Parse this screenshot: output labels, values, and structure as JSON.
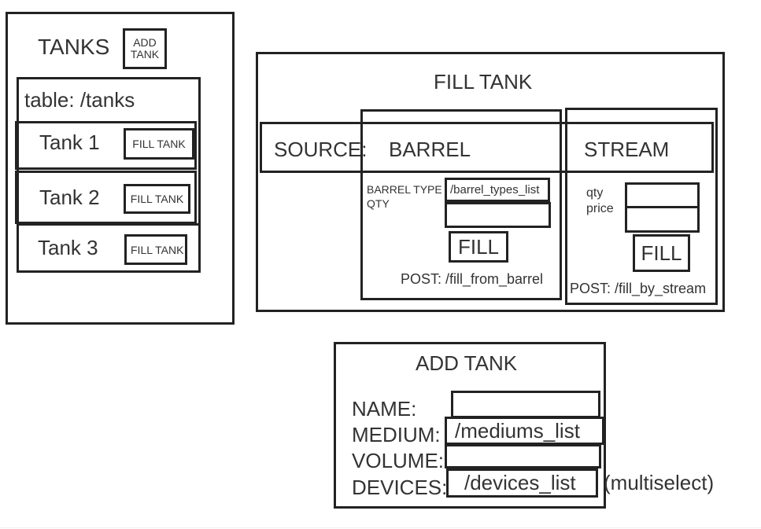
{
  "tanks_panel": {
    "title": "TANKS",
    "add_tank_button": "ADD\nTANK",
    "table_label": "table: /tanks",
    "rows": [
      {
        "name": "Tank 1",
        "action": "FILL TANK"
      },
      {
        "name": "Tank 2",
        "action": "FILL TANK"
      },
      {
        "name": "Tank 3",
        "action": "FILL TANK"
      }
    ]
  },
  "fill_tank_panel": {
    "title": "FILL TANK",
    "source_label": "SOURCE:",
    "barrel": {
      "tab_label": "BARREL",
      "barrel_type_label": "BARREL TYPE",
      "qty_label": "QTY",
      "barrel_type_value": "/barrel_types_list",
      "qty_value": "",
      "fill_button": "FILL",
      "endpoint": "POST: /fill_from_barrel"
    },
    "stream": {
      "tab_label": "STREAM",
      "qty_label": "qty",
      "price_label": "price",
      "qty_value": "",
      "price_value": "",
      "fill_button": "FILL",
      "endpoint": "POST: /fill_by_stream"
    }
  },
  "add_tank_panel": {
    "title": "ADD TANK",
    "fields": [
      {
        "label": "NAME:",
        "value": ""
      },
      {
        "label": "MEDIUM:",
        "value": "/mediums_list"
      },
      {
        "label": "VOLUME:",
        "value": ""
      },
      {
        "label": "DEVICES:",
        "value": "/devices_list"
      }
    ],
    "devices_note": "(multiselect)"
  }
}
